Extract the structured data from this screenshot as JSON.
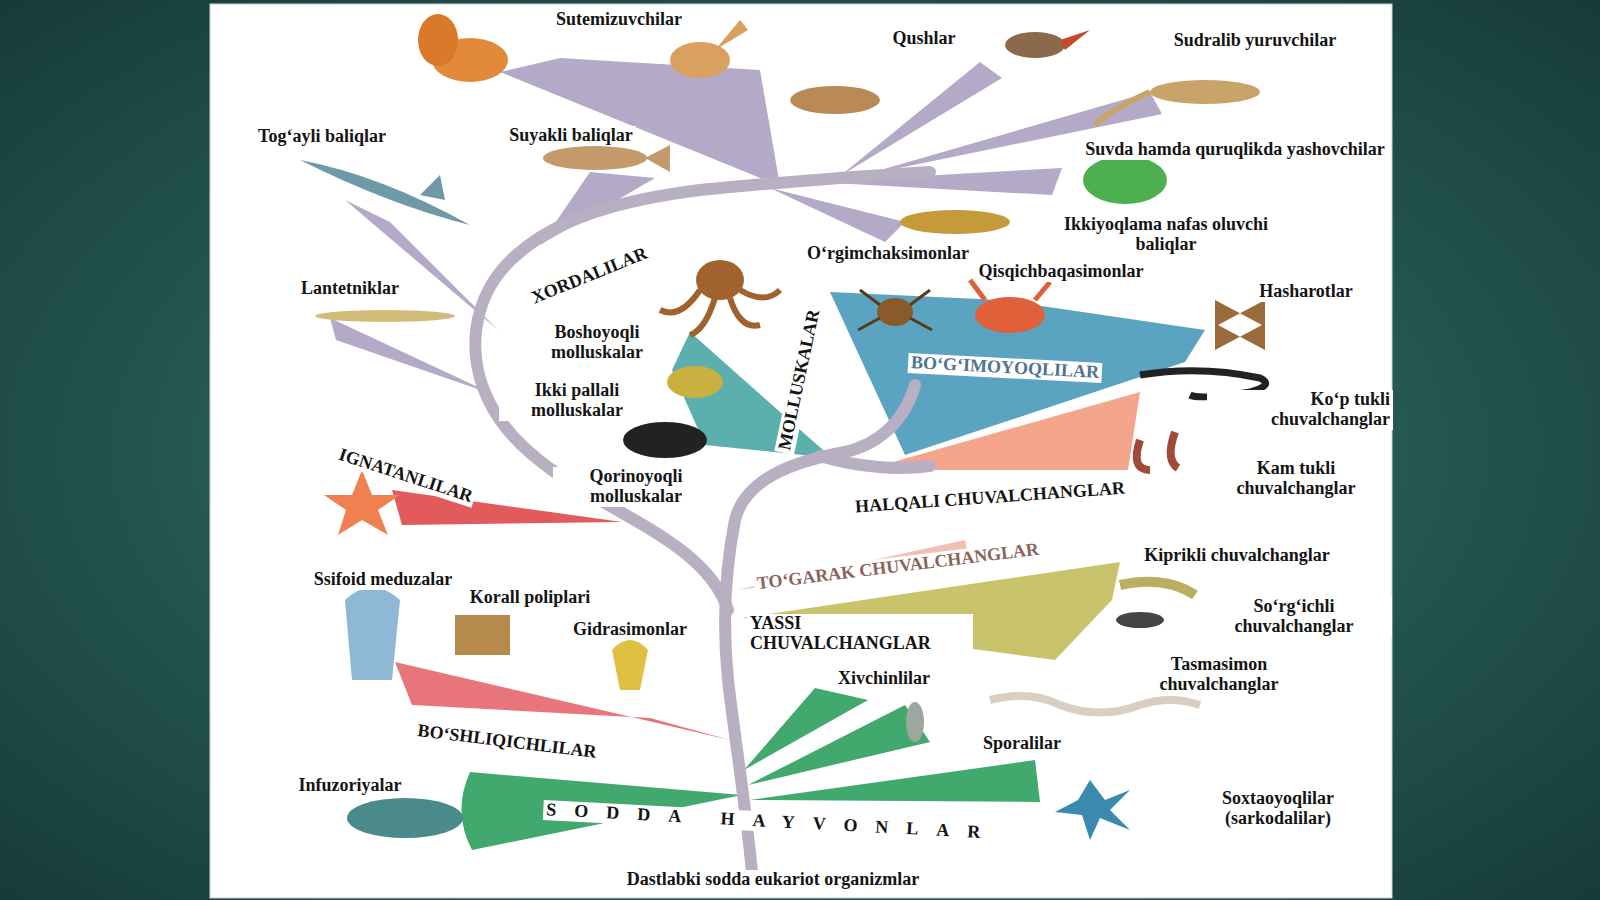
{
  "diagram": {
    "labels": [
      "Sutemizuvchilar",
      "Qushlar",
      "Sudralib yuruvchilar",
      "Tog‘ayli baliqlar",
      "Suyakli baliqlar",
      "Suvda hamda quruqlikda yashovchilar",
      "Ikkiyoqlama nafas oluvchi baliqlar",
      "XORDALILAR",
      "O‘rgimchaksimonlar",
      "Qisqichbaqasimonlar",
      "Hasharotlar",
      "Lantetniklar",
      "Boshoyoqli molluskalar",
      "MOLLUSKALAR",
      "BO‘G‘IMOYOQLILAR",
      "Ikki pallali molluskalar",
      "Ko‘p tukli chuvalchanglar",
      "Qorinoyoqli molluskalar",
      "IGNATANLILAR",
      "HALQALI CHUVALCHANGLAR",
      "Kam tukli chuvalchanglar",
      "Kiprikli chuvalchanglar",
      "Ssifoid meduzalar",
      "Korall poliplari",
      "TO‘GARAK CHUVALCHANGLAR",
      "So‘rg‘ichli chuvalchanglar",
      "Gidrasimonlar",
      "YASSI CHUVALCHANGLAR",
      "Xivchinlilar",
      "Tasmasimon chuvalchanglar",
      "Sporalilar",
      "BO‘SHLIQICHLILAR",
      "Infuzoriyalar",
      "Soxtaoyoqlilar (sarkodalilar)",
      "SODDA HAYVONLAR",
      "Dastlabki sodda eukariot organizmlar"
    ]
  }
}
